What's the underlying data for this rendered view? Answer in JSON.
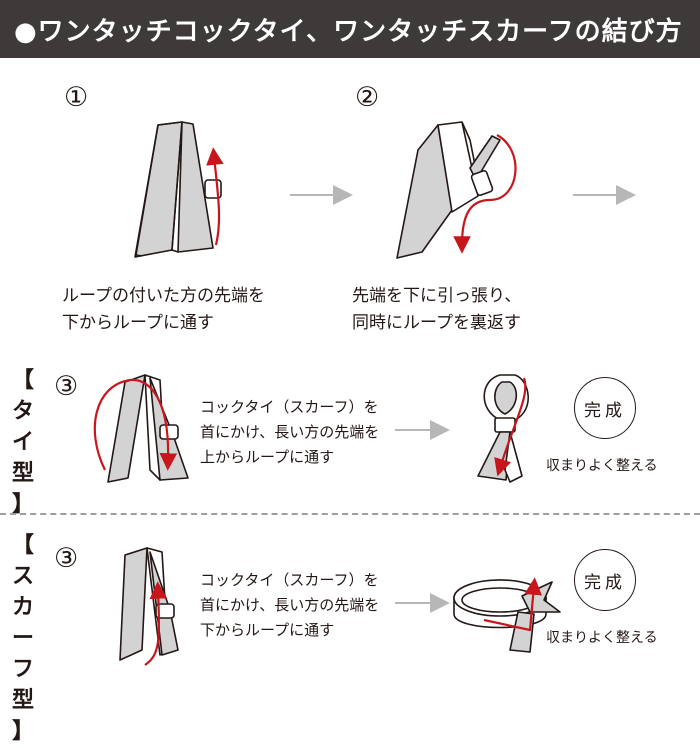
{
  "header": {
    "title": "●ワンタッチコックタイ、ワンタッチスカーフの結び方"
  },
  "steps": [
    {
      "number": "①",
      "caption": [
        "ループの付いた方の先端を",
        "下からループに通す"
      ]
    },
    {
      "number": "②",
      "caption": [
        "先端を下に引っ張り、",
        "同時にループを裏返す"
      ]
    }
  ],
  "sections": [
    {
      "label_chars": [
        "【",
        "タ",
        "イ",
        "型",
        "】"
      ],
      "number": "③",
      "caption": [
        "コックタイ（スカーフ）を",
        "首にかけ、長い方の先端を",
        "上からループに通す"
      ],
      "badge": "完成",
      "finish": "収まりよく整える"
    },
    {
      "label_chars": [
        "【",
        "ス",
        "カ",
        "ー",
        "フ",
        "型",
        "】"
      ],
      "number": "③",
      "caption": [
        "コックタイ（スカーフ）を",
        "首にかけ、長い方の先端を",
        "下からループに通す"
      ],
      "badge": "完成",
      "finish": "収まりよく整える"
    }
  ],
  "colors": {
    "header_bg": "#3e3a39",
    "accent_red": "#c8161d",
    "cloth_fill": "#d3d3d4",
    "arrow_gray": "#b7b7b7"
  }
}
